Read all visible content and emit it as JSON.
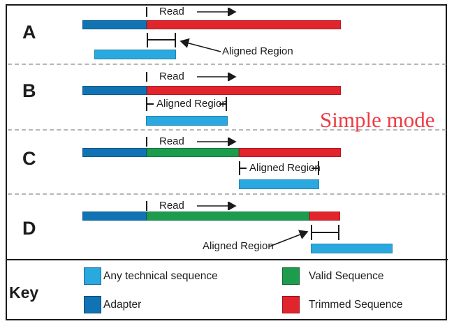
{
  "labels": {
    "read": "Read",
    "aligned_region": "Aligned Region"
  },
  "annotation": {
    "simple_mode": "Simple mode"
  },
  "panels": [
    {
      "letter": "A",
      "read_segments": [
        "Adapter",
        "Trimmed Sequence"
      ],
      "aligned_bar": "Any technical sequence"
    },
    {
      "letter": "B",
      "read_segments": [
        "Adapter",
        "Trimmed Sequence"
      ],
      "aligned_bar": "Any technical sequence"
    },
    {
      "letter": "C",
      "read_segments": [
        "Adapter",
        "Valid Sequence",
        "Trimmed Sequence"
      ],
      "aligned_bar": "Any technical sequence"
    },
    {
      "letter": "D",
      "read_segments": [
        "Adapter",
        "Valid Sequence",
        "Trimmed Sequence"
      ],
      "aligned_bar": "Any technical sequence"
    }
  ],
  "key": {
    "title": "Key",
    "items": [
      {
        "label": "Any technical sequence",
        "color": "#29A9DF"
      },
      {
        "label": "Adapter",
        "color": "#1173B4"
      },
      {
        "label": "Valid Sequence",
        "color": "#1E9C4D"
      },
      {
        "label": "Trimmed Sequence",
        "color": "#E2242D"
      }
    ]
  },
  "colors": {
    "technical_sequence": "#29A9DF",
    "adapter": "#1173B4",
    "valid_sequence": "#1E9C4D",
    "trimmed_sequence": "#E2242D",
    "simple_mode_text": "#EE3B43"
  }
}
